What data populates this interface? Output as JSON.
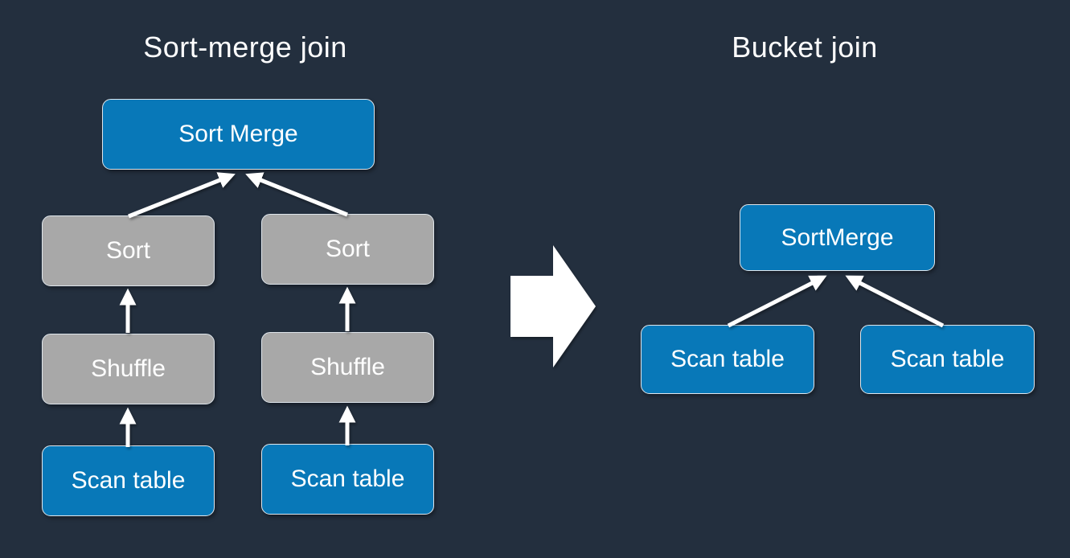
{
  "slide": {
    "background_color": "#232f3e",
    "node_blue_color": "#0878b8",
    "node_gray_color": "#a8a8a8",
    "arrow_color": "#ffffff",
    "text_color": "#ffffff"
  },
  "left_diagram": {
    "title": "Sort-merge join",
    "root": "Sort Merge",
    "sort_left": "Sort",
    "sort_right": "Sort",
    "shuffle_left": "Shuffle",
    "shuffle_right": "Shuffle",
    "scan_left": "Scan table",
    "scan_right": "Scan table"
  },
  "right_diagram": {
    "title": "Bucket join",
    "root": "SortMerge",
    "scan_left": "Scan table",
    "scan_right": "Scan table"
  },
  "icons": {
    "transform_arrow": "right-block-arrow-icon",
    "flow_arrow": "up-arrow-connector"
  }
}
